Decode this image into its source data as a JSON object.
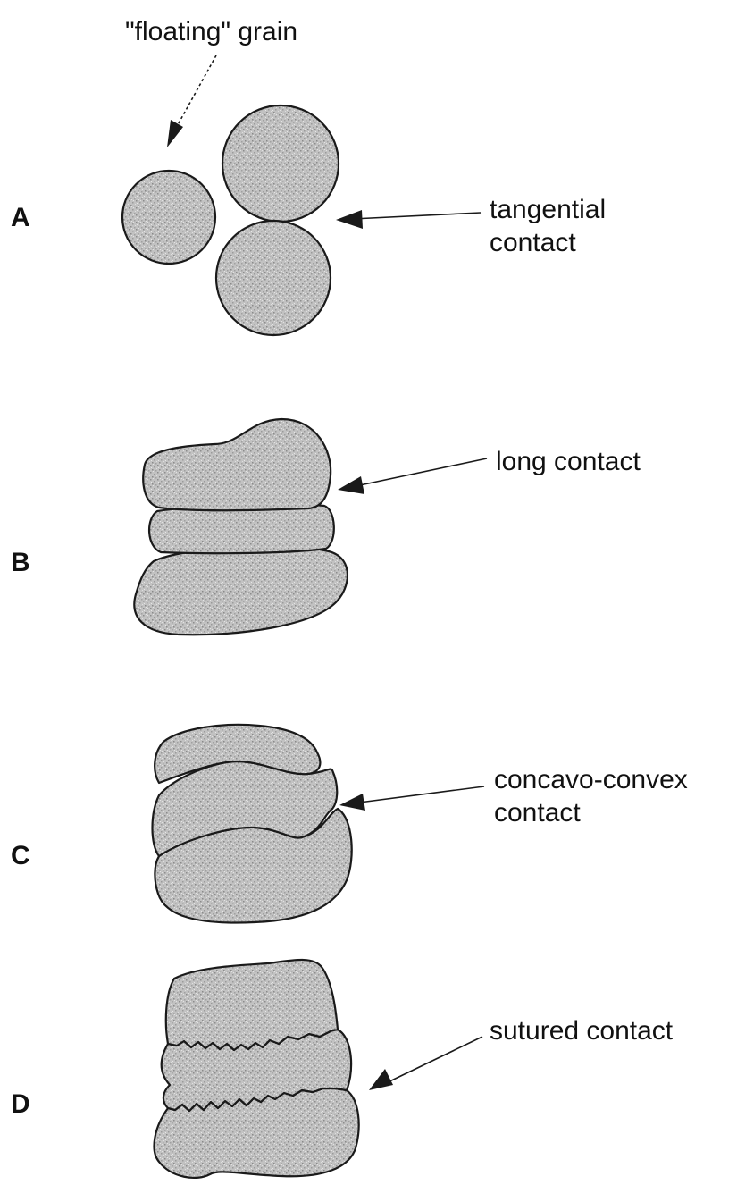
{
  "panels": [
    {
      "letter": "A",
      "labels": [
        "\"floating\" grain",
        "tangential",
        "contact"
      ]
    },
    {
      "letter": "B",
      "labels": [
        "long contact"
      ]
    },
    {
      "letter": "C",
      "labels": [
        "concavo-convex",
        "contact"
      ]
    },
    {
      "letter": "D",
      "labels": [
        "sutured contact"
      ]
    }
  ],
  "colors": {
    "grain_fill": "#bdbdbd",
    "outline": "#1a1a1a",
    "background": "#ffffff"
  }
}
